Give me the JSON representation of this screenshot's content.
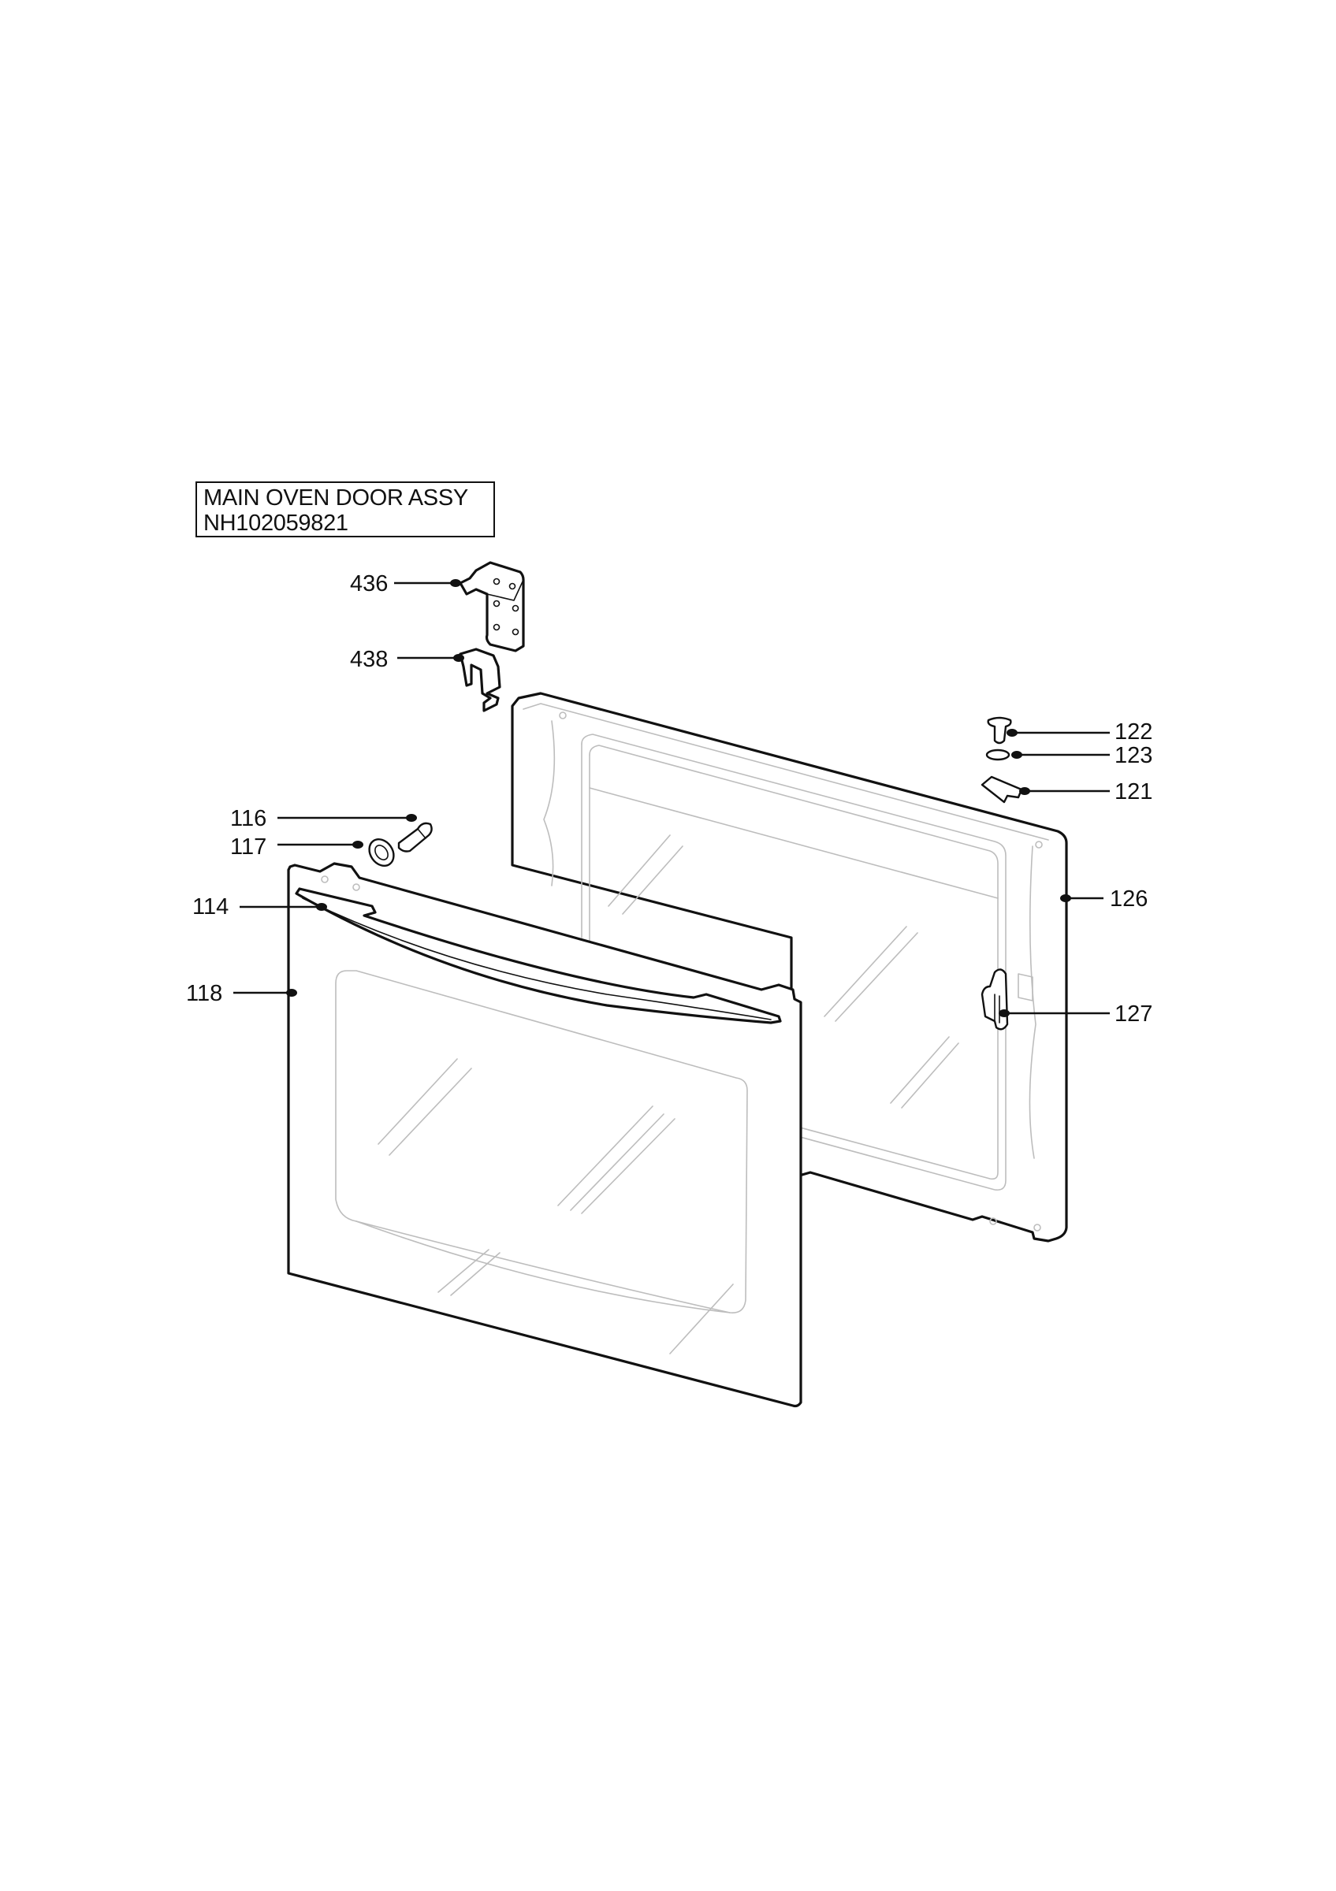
{
  "title": {
    "line1": "MAIN OVEN DOOR ASSY",
    "line2": "NH102059821"
  },
  "callouts": {
    "c436": "436",
    "c438": "438",
    "c122": "122",
    "c123": "123",
    "c121": "121",
    "c116": "116",
    "c117": "117",
    "c114": "114",
    "c126": "126",
    "c118": "118",
    "c127": "127"
  },
  "colors": {
    "line": "#111111",
    "glass_reflection": "#bdbdbd",
    "background": "#ffffff"
  }
}
